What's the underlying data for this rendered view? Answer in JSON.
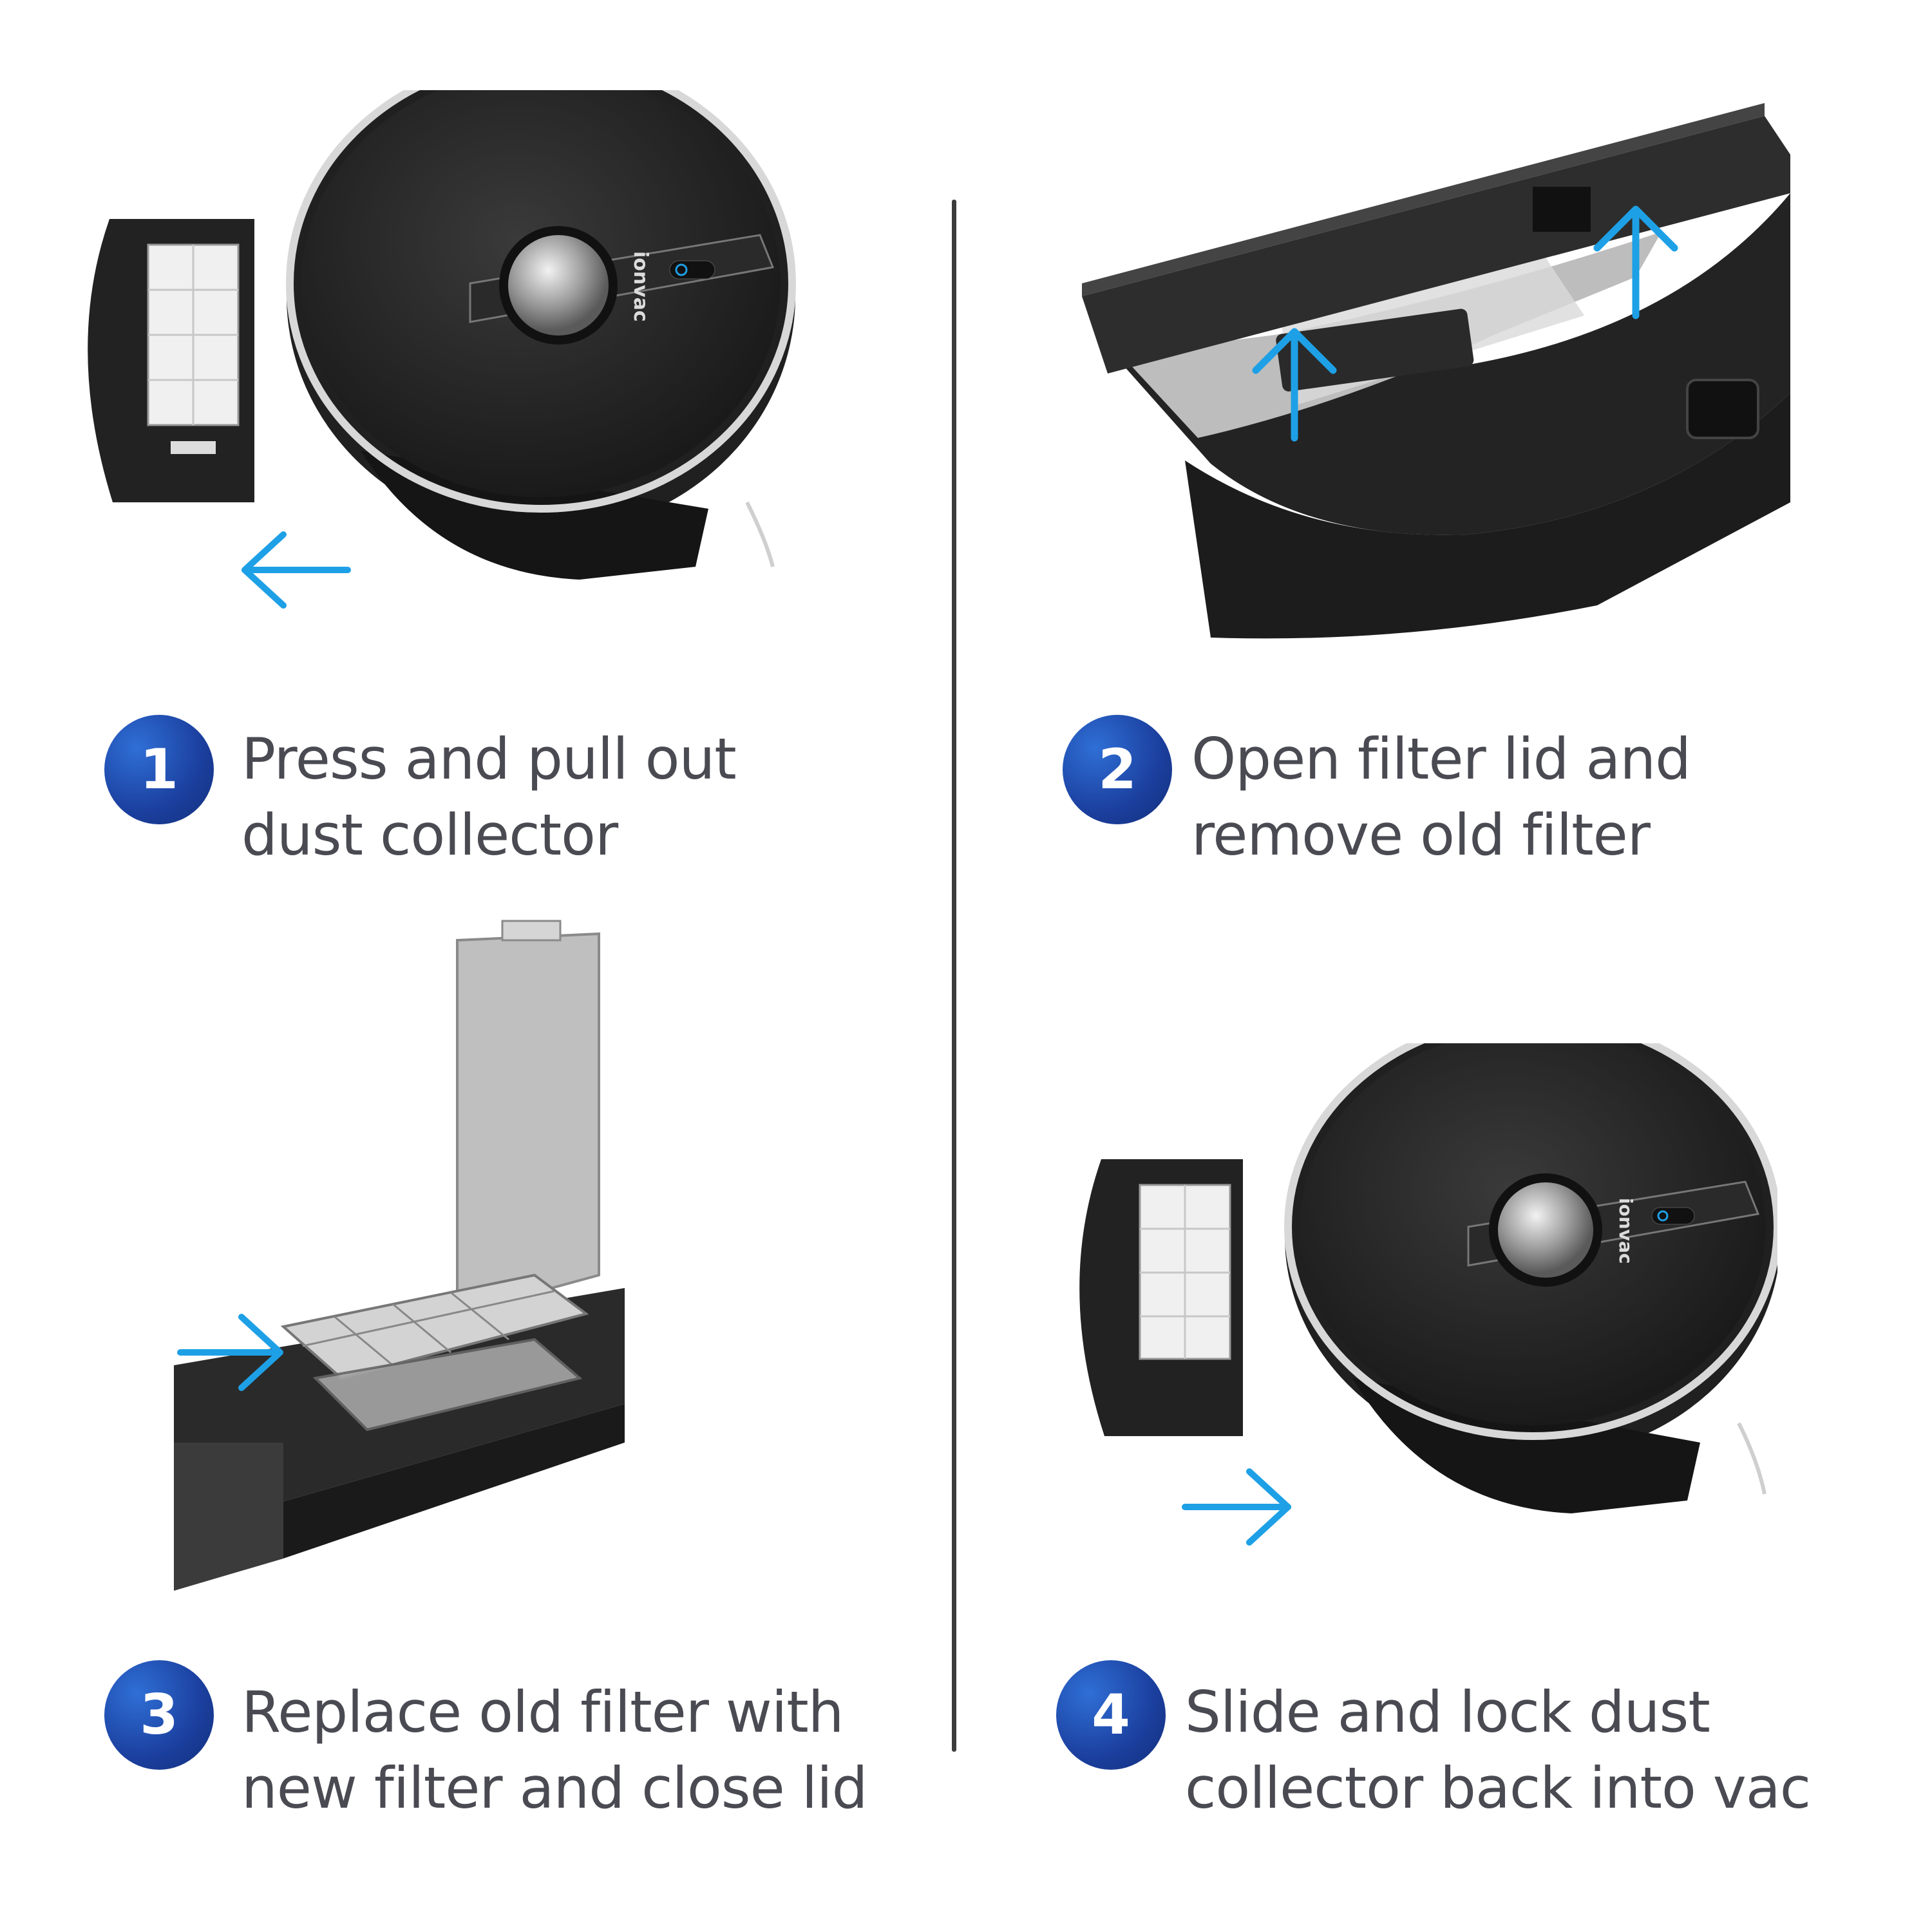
{
  "brand": "ionvac",
  "colors": {
    "accent": "#1ea0e6",
    "badge": "#1b3f9e",
    "text": "#4a4a52",
    "device": "#2b2b2b"
  },
  "steps": [
    {
      "number": "1",
      "line1": "Press and pull out",
      "line2": "dust collector",
      "arrow": "arrow-left"
    },
    {
      "number": "2",
      "line1": "Open filter lid and",
      "line2": "remove old filter",
      "arrow": "arrow-up"
    },
    {
      "number": "3",
      "line1": "Replace old filter with",
      "line2": "new filter and close lid",
      "arrow": "arrow-right"
    },
    {
      "number": "4",
      "line1": "Slide and lock dust",
      "line2": "collector back into vac",
      "arrow": "arrow-right"
    }
  ]
}
